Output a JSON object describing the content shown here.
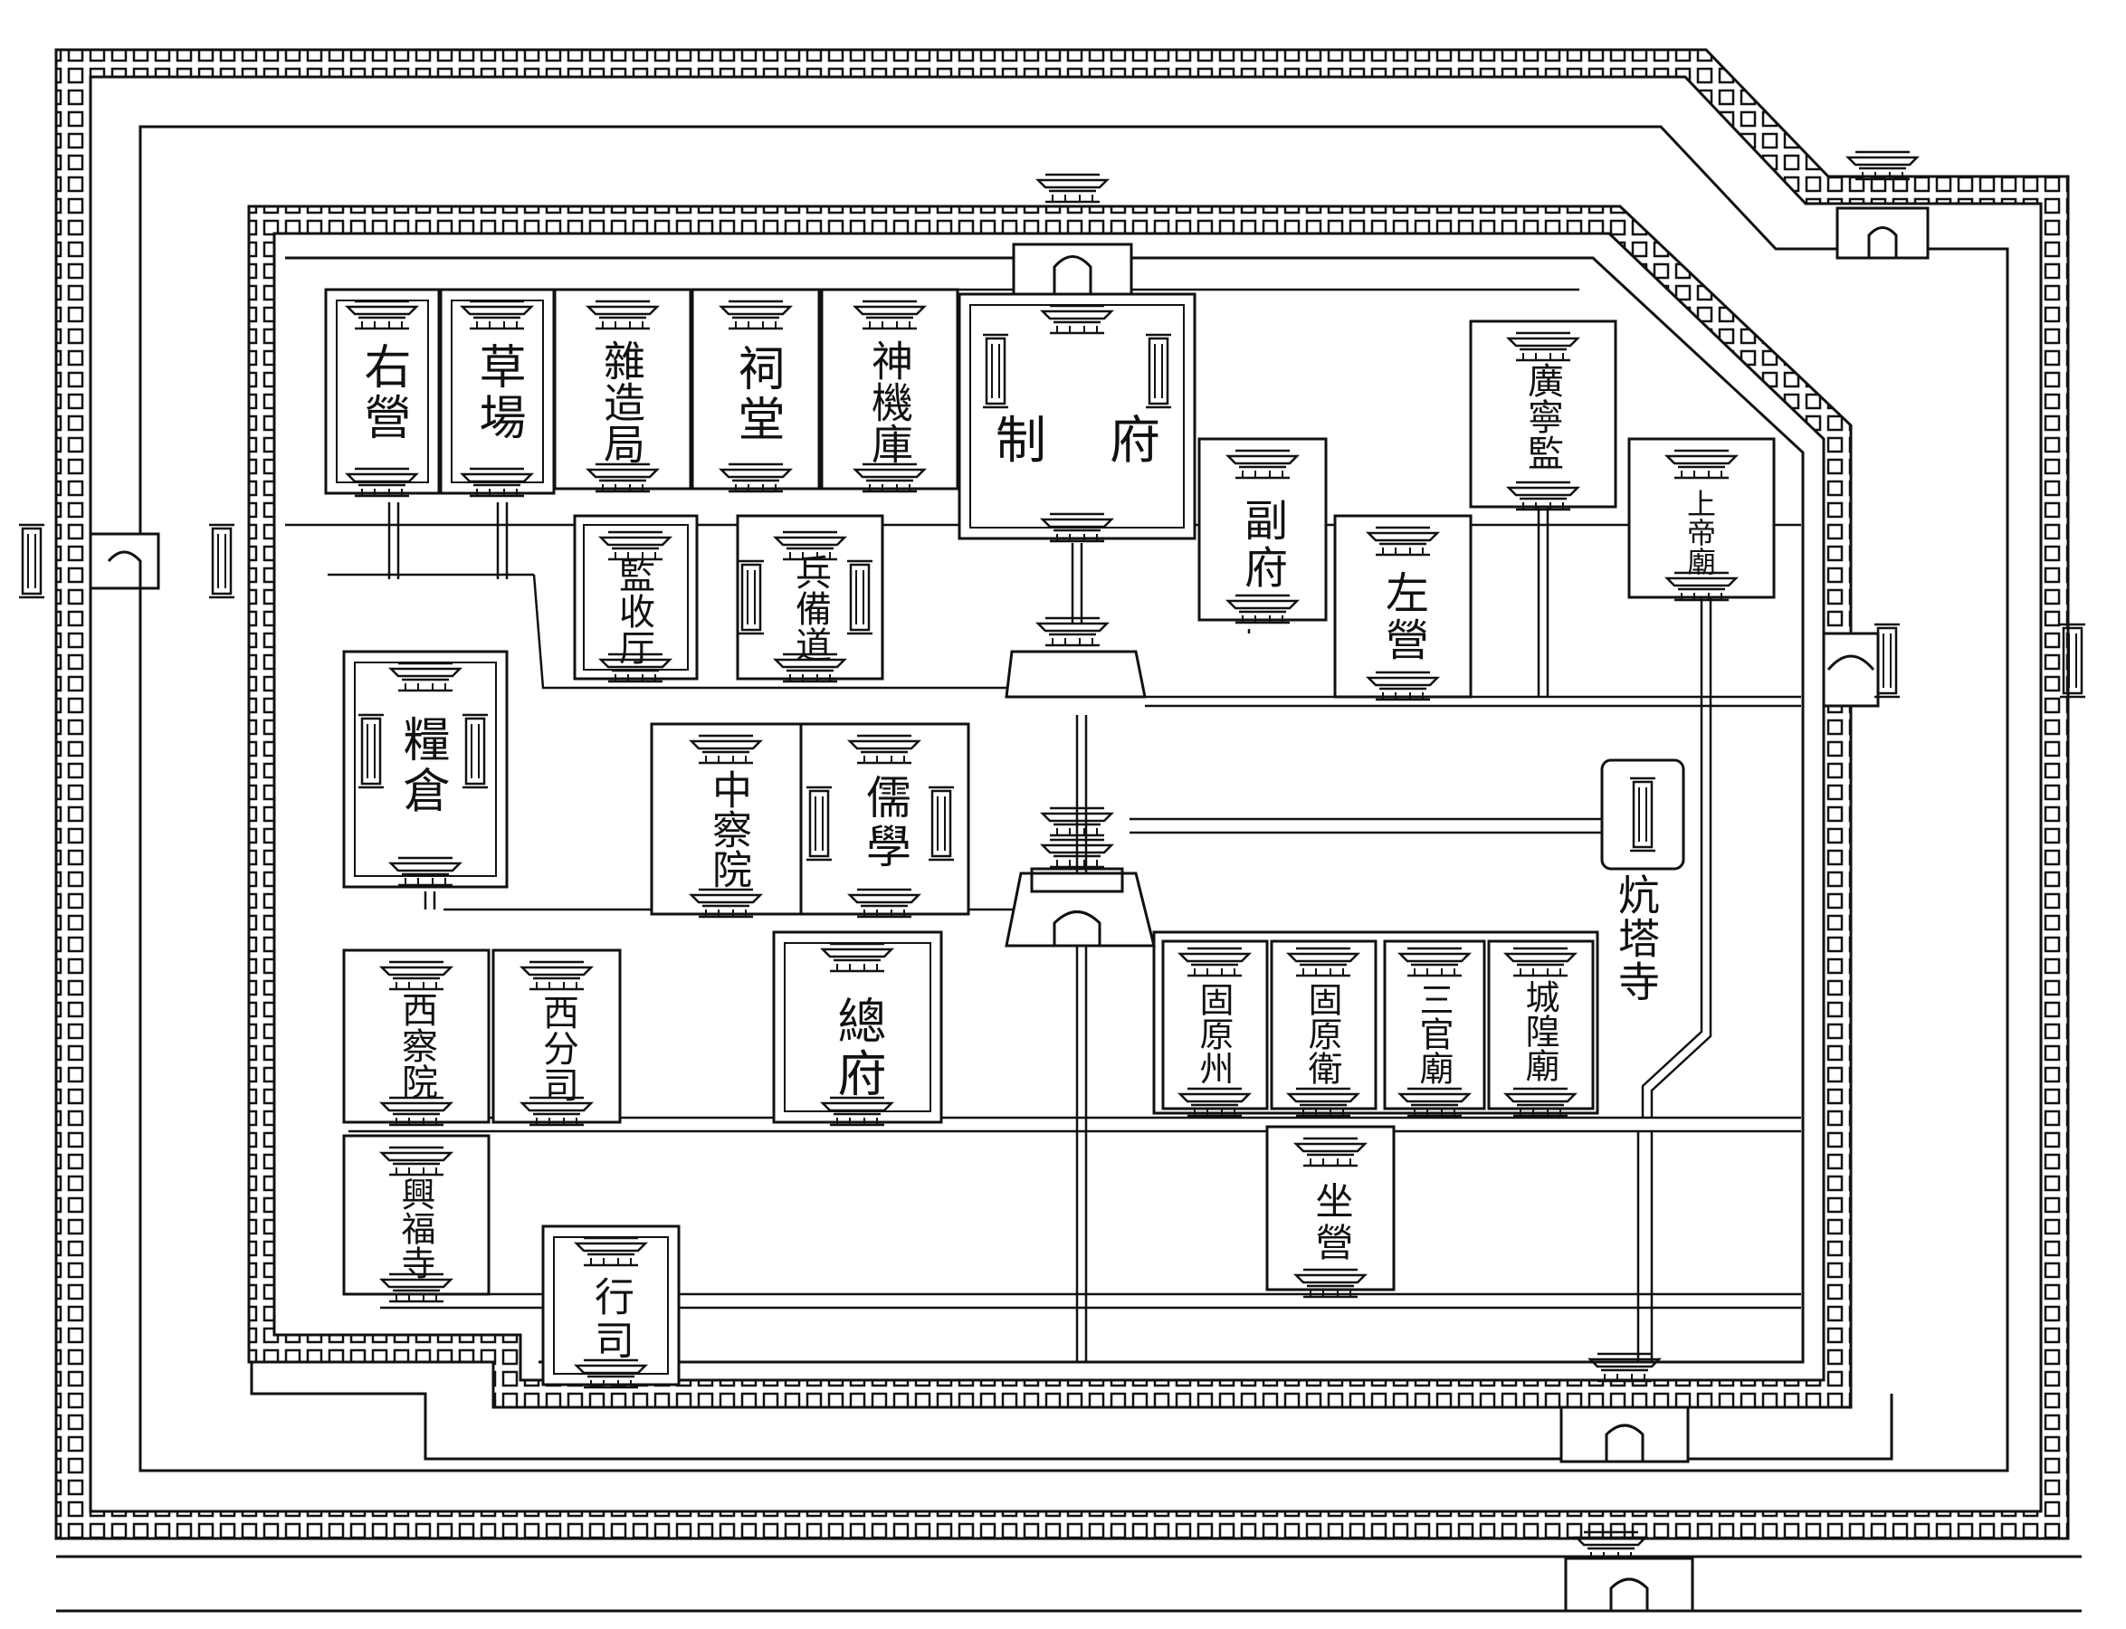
{
  "colors": {
    "ink": "#111111",
    "paper": "#ffffff"
  },
  "buildings": {
    "you_ying": "右營",
    "cao_chang": "草場",
    "za_zao_ju": "雜造局",
    "ci_tang": "祠堂",
    "shen_ji_ku": "神機庫",
    "zhi_fu": "制府",
    "jian_shou_ting": "監收厅",
    "bing_bei_dao": "兵備道",
    "fu_fu": "副府",
    "zuo_ying": "左營",
    "guang_ning_jian": "廣寧監",
    "shang_di_miao": "上帝廟",
    "liang_cang": "糧倉",
    "zhong_cha_yuan": "中察院",
    "ru_xue": "儒學",
    "kang_ta_si": "炕塔寺",
    "xi_cha_yuan": "西察院",
    "xi_fen_si": "西分司",
    "zong_fu": "總府",
    "gu_yuan_zhou": "固原州",
    "gu_yuan_wei": "固原衛",
    "san_guan_miao": "三官廟",
    "cheng_huang_miao": "城隍廟",
    "xing_fu_si": "興福寺",
    "zuo_ying_2": "坐營",
    "xing_si": "行司"
  }
}
